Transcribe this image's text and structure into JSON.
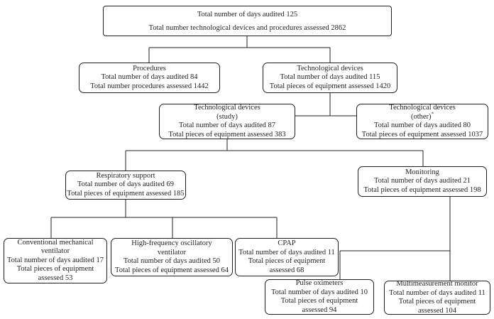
{
  "nodes": {
    "root": [
      "Total number of days audited 125",
      "Total number technological devices and procedures assessed 2862"
    ],
    "procedures": [
      "Procedures",
      "Total number of days audited 84",
      "Total number procedures assessed 1442"
    ],
    "technological_devices": [
      "Technological devices",
      "Total number of days audited 115",
      "Total pieces of equipment assessed 1420"
    ],
    "study": [
      "Technological devices",
      "(study)",
      "Total number of days audited 87",
      "Total pieces of equipment assessed 383"
    ],
    "other": [
      "Technological devices",
      "(other)",
      "Total number of days audited 80",
      "Total pieces of equipment assessed 1037"
    ],
    "other_marker": "*",
    "respiratory": [
      "Respiratory support",
      "Total number of days audited 69",
      "Total pieces of equipment assessed 185"
    ],
    "monitoring": [
      "Monitoring",
      "Total number of days audited 21",
      "Total pieces of equipment assessed 198"
    ],
    "cmv": [
      "Conventional mechanical",
      "ventilator",
      "Total number of days audited 17",
      "Total pieces of equipment",
      "assessed 53"
    ],
    "hfov": [
      "High-frequency oscillatory",
      "ventilator",
      "Total number of days audited 50",
      "Total pieces of equipment assessed 64"
    ],
    "cpap": [
      "CPAP",
      "Total number of days audited 11",
      "Total pieces of equipment",
      "assessed 68"
    ],
    "pulse": [
      "Pulse oximeters",
      "Total number of days audited 10",
      "Total pieces of equipment",
      "assessed 94"
    ],
    "multi": [
      "Multimeasurement monitor",
      "Total number of days audited 11",
      "Total pieces of equipment",
      "assessed 104"
    ]
  }
}
